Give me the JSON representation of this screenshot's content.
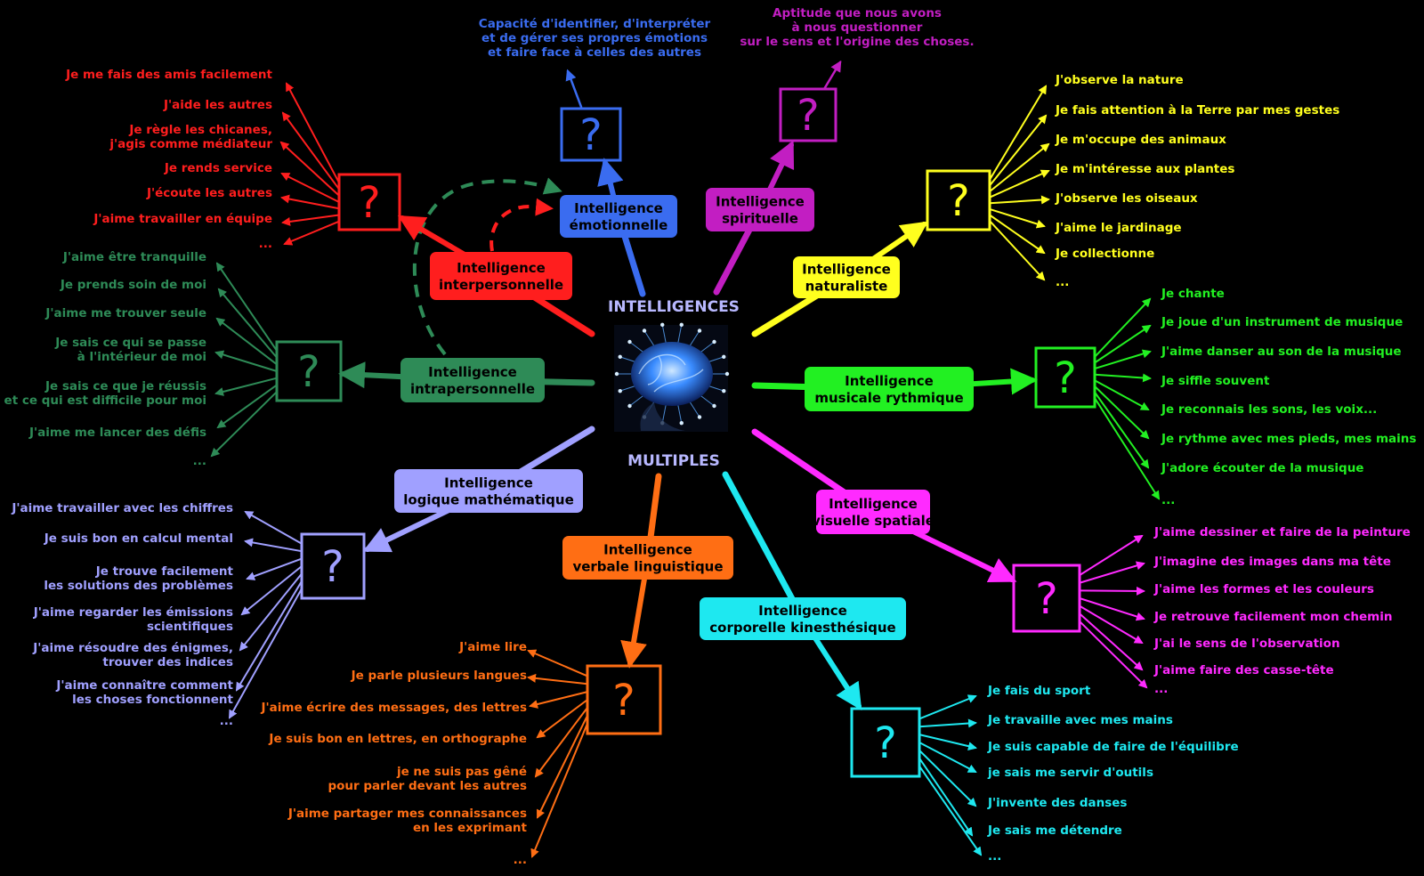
{
  "title": {
    "top": "INTELLIGENCES",
    "bottom": "MULTIPLES"
  },
  "question_mark": "?",
  "branches": [
    {
      "id": "interpersonnelle",
      "color": "#ff1e1e",
      "label": [
        "Intelligence",
        "interpersonnelle"
      ],
      "items": [
        "Je me fais des amis facilement",
        "J'aide les autres",
        "Je règle les chicanes,|j'agis comme médiateur",
        "Je rends service",
        "J'écoute les autres",
        "J'aime travailler en équipe",
        "..."
      ]
    },
    {
      "id": "emotionnelle",
      "color": "#3a6cf0",
      "label": [
        "Intelligence",
        "émotionnelle"
      ],
      "description": [
        "Capacité d'identifier, d'interpréter",
        "et de gérer ses propres émotions",
        "et faire face à celles des autres"
      ]
    },
    {
      "id": "spirituelle",
      "color": "#c21ec2",
      "label": [
        "Intelligence",
        "spirituelle"
      ],
      "description": [
        "Aptitude que nous avons",
        "à nous questionner",
        "sur le sens et l'origine des choses."
      ]
    },
    {
      "id": "naturaliste",
      "color": "#ffff1e",
      "label": [
        "Intelligence",
        "naturaliste"
      ],
      "items": [
        "J'observe la nature",
        "Je fais attention à la Terre par mes gestes",
        "Je m'occupe des animaux",
        "Je m'intéresse aux plantes",
        "J'observe les oiseaux",
        "J'aime le jardinage",
        "Je collectionne",
        "..."
      ]
    },
    {
      "id": "musicale",
      "color": "#22f022",
      "label": [
        "Intelligence",
        "musicale rythmique"
      ],
      "items": [
        "Je chante",
        "Je joue d'un instrument de musique",
        "J'aime danser au son de la musique",
        "Je siffle souvent",
        "Je reconnais les sons, les voix...",
        "Je rythme avec mes pieds, mes mains",
        "J'adore écouter de la musique",
        "..."
      ]
    },
    {
      "id": "visuelle",
      "color": "#ff2aff",
      "label": [
        "Intelligence",
        "visuelle spatiale"
      ],
      "items": [
        "J'aime dessiner et faire de la peinture",
        "J'imagine des images dans ma tête",
        "J'aime les formes et les couleurs",
        "Je retrouve facilement mon chemin",
        "J'ai le sens de l'observation",
        "J'aime faire des casse-tête",
        "..."
      ]
    },
    {
      "id": "corporelle",
      "color": "#1ee8f0",
      "label": [
        "Intelligence",
        "corporelle kinesthésique"
      ],
      "items": [
        "Je fais du sport",
        "Je travaille avec mes mains",
        "Je suis capable de faire de l'équilibre",
        "je sais me servir d'outils",
        "J'invente des danses",
        "Je sais me détendre",
        "..."
      ]
    },
    {
      "id": "verbale",
      "color": "#ff6e14",
      "label": [
        "Intelligence",
        "verbale linguistique"
      ],
      "items": [
        "J'aime lire",
        "Je parle plusieurs langues",
        "J'aime écrire des messages, des lettres",
        "Je suis bon en lettres, en orthographe",
        "je ne suis pas gêné|pour parler devant les autres",
        "J'aime partager mes connaissances|en les exprimant",
        "..."
      ]
    },
    {
      "id": "logique",
      "color": "#a0a0ff",
      "label": [
        "Intelligence",
        "logique mathématique"
      ],
      "items": [
        "J'aime travailler avec les chiffres",
        "Je suis bon en calcul mental",
        "Je trouve facilement|les solutions des problèmes",
        "J'aime regarder les émissions|scientifiques",
        "J'aime résoudre des énigmes,|trouver des indices",
        "J'aime connaître comment|les choses fonctionnent",
        "..."
      ]
    },
    {
      "id": "intrapersonnelle",
      "color": "#2e8b57",
      "label": [
        "Intelligence",
        "intrapersonnelle"
      ],
      "items": [
        "J'aime être tranquille",
        "Je prends soin de moi",
        "J'aime me trouver seule",
        "Je sais ce qui se passe|à l'intérieur de moi",
        "Je sais ce que je réussis|et ce qui est difficile pour moi",
        "J'aime me lancer des défis",
        "..."
      ]
    }
  ]
}
